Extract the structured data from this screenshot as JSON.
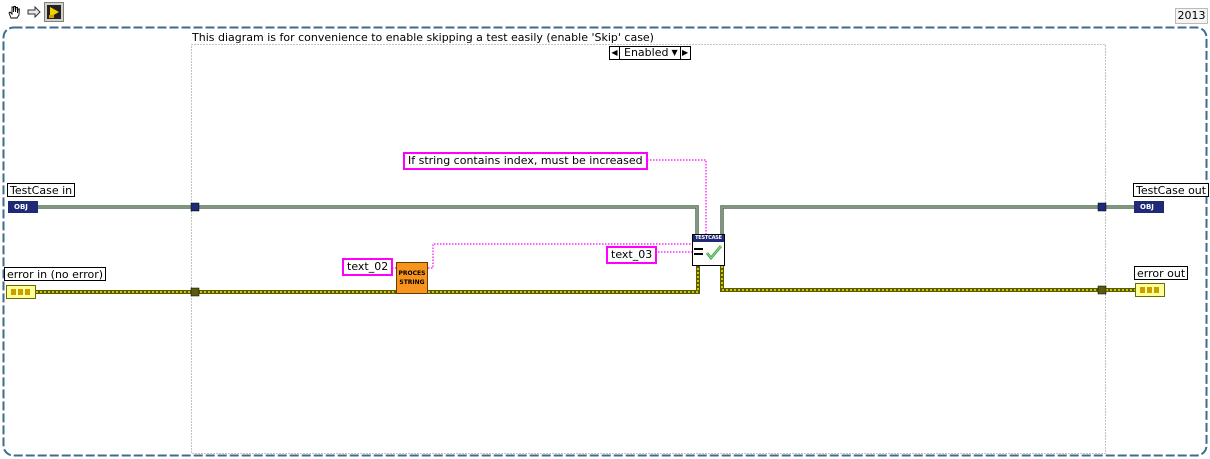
{
  "toolbar": {
    "icons": [
      "hand-cursor-icon",
      "arrow-right-icon",
      "run-arrow-icon"
    ]
  },
  "corner_label": "2013",
  "diagram_disable": {
    "comment": "This diagram is for convenience to enable skipping a test easily (enable 'Skip' case)",
    "selector_value": "Enabled"
  },
  "terminals": {
    "testcase_in": "TestCase in",
    "testcase_out": "TestCase out",
    "error_in": "error in (no error)",
    "error_out": "error out",
    "obj_tag": "OBJ"
  },
  "constants": {
    "text_02": "text_02",
    "text_03": "text_03",
    "index_note": "If string contains index, must be increased"
  },
  "subvis": {
    "process_string": [
      "PROCES",
      "STRING"
    ],
    "testcase_header": "TESTCASE"
  },
  "colors": {
    "object_wire": "#546b54",
    "error_wire": "#c8c800",
    "string_wire": "#ff00ff",
    "loop_border": "#3c6e8c",
    "subvi_orange": "#f7941d"
  }
}
